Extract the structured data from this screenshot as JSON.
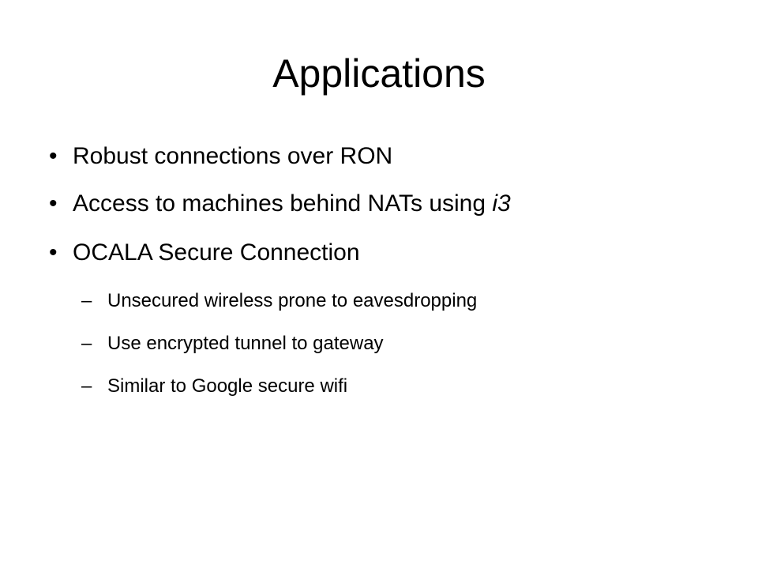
{
  "slide": {
    "title": "Applications",
    "bullet_marker": "•",
    "sub_marker": "–",
    "bullets": [
      {
        "text": "Robust connections over RON"
      },
      {
        "text_prefix": "Access to machines behind NATs using ",
        "text_italic": "i3"
      },
      {
        "text": "OCALA Secure Connection"
      }
    ],
    "sub_bullets": [
      {
        "text": "Unsecured wireless prone to eavesdropping"
      },
      {
        "text": "Use encrypted tunnel to gateway"
      },
      {
        "text": "Similar to Google secure wifi"
      }
    ]
  }
}
